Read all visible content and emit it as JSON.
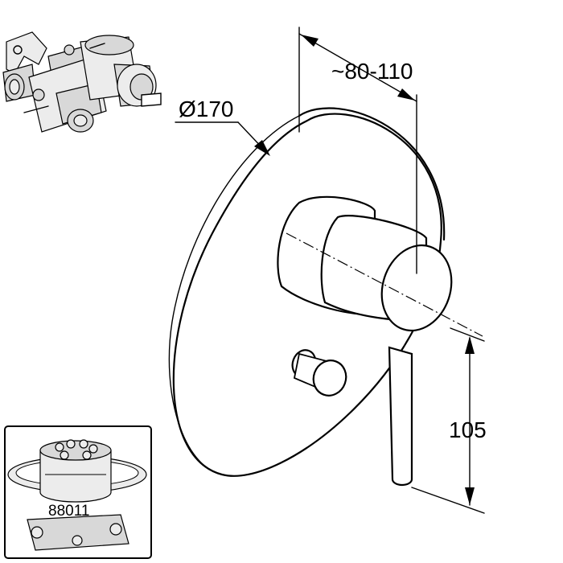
{
  "dimensions": {
    "plate_diameter": "Ø170",
    "projection": "~80-110",
    "lever_height": "105"
  },
  "inset": {
    "part_number": "88011"
  }
}
